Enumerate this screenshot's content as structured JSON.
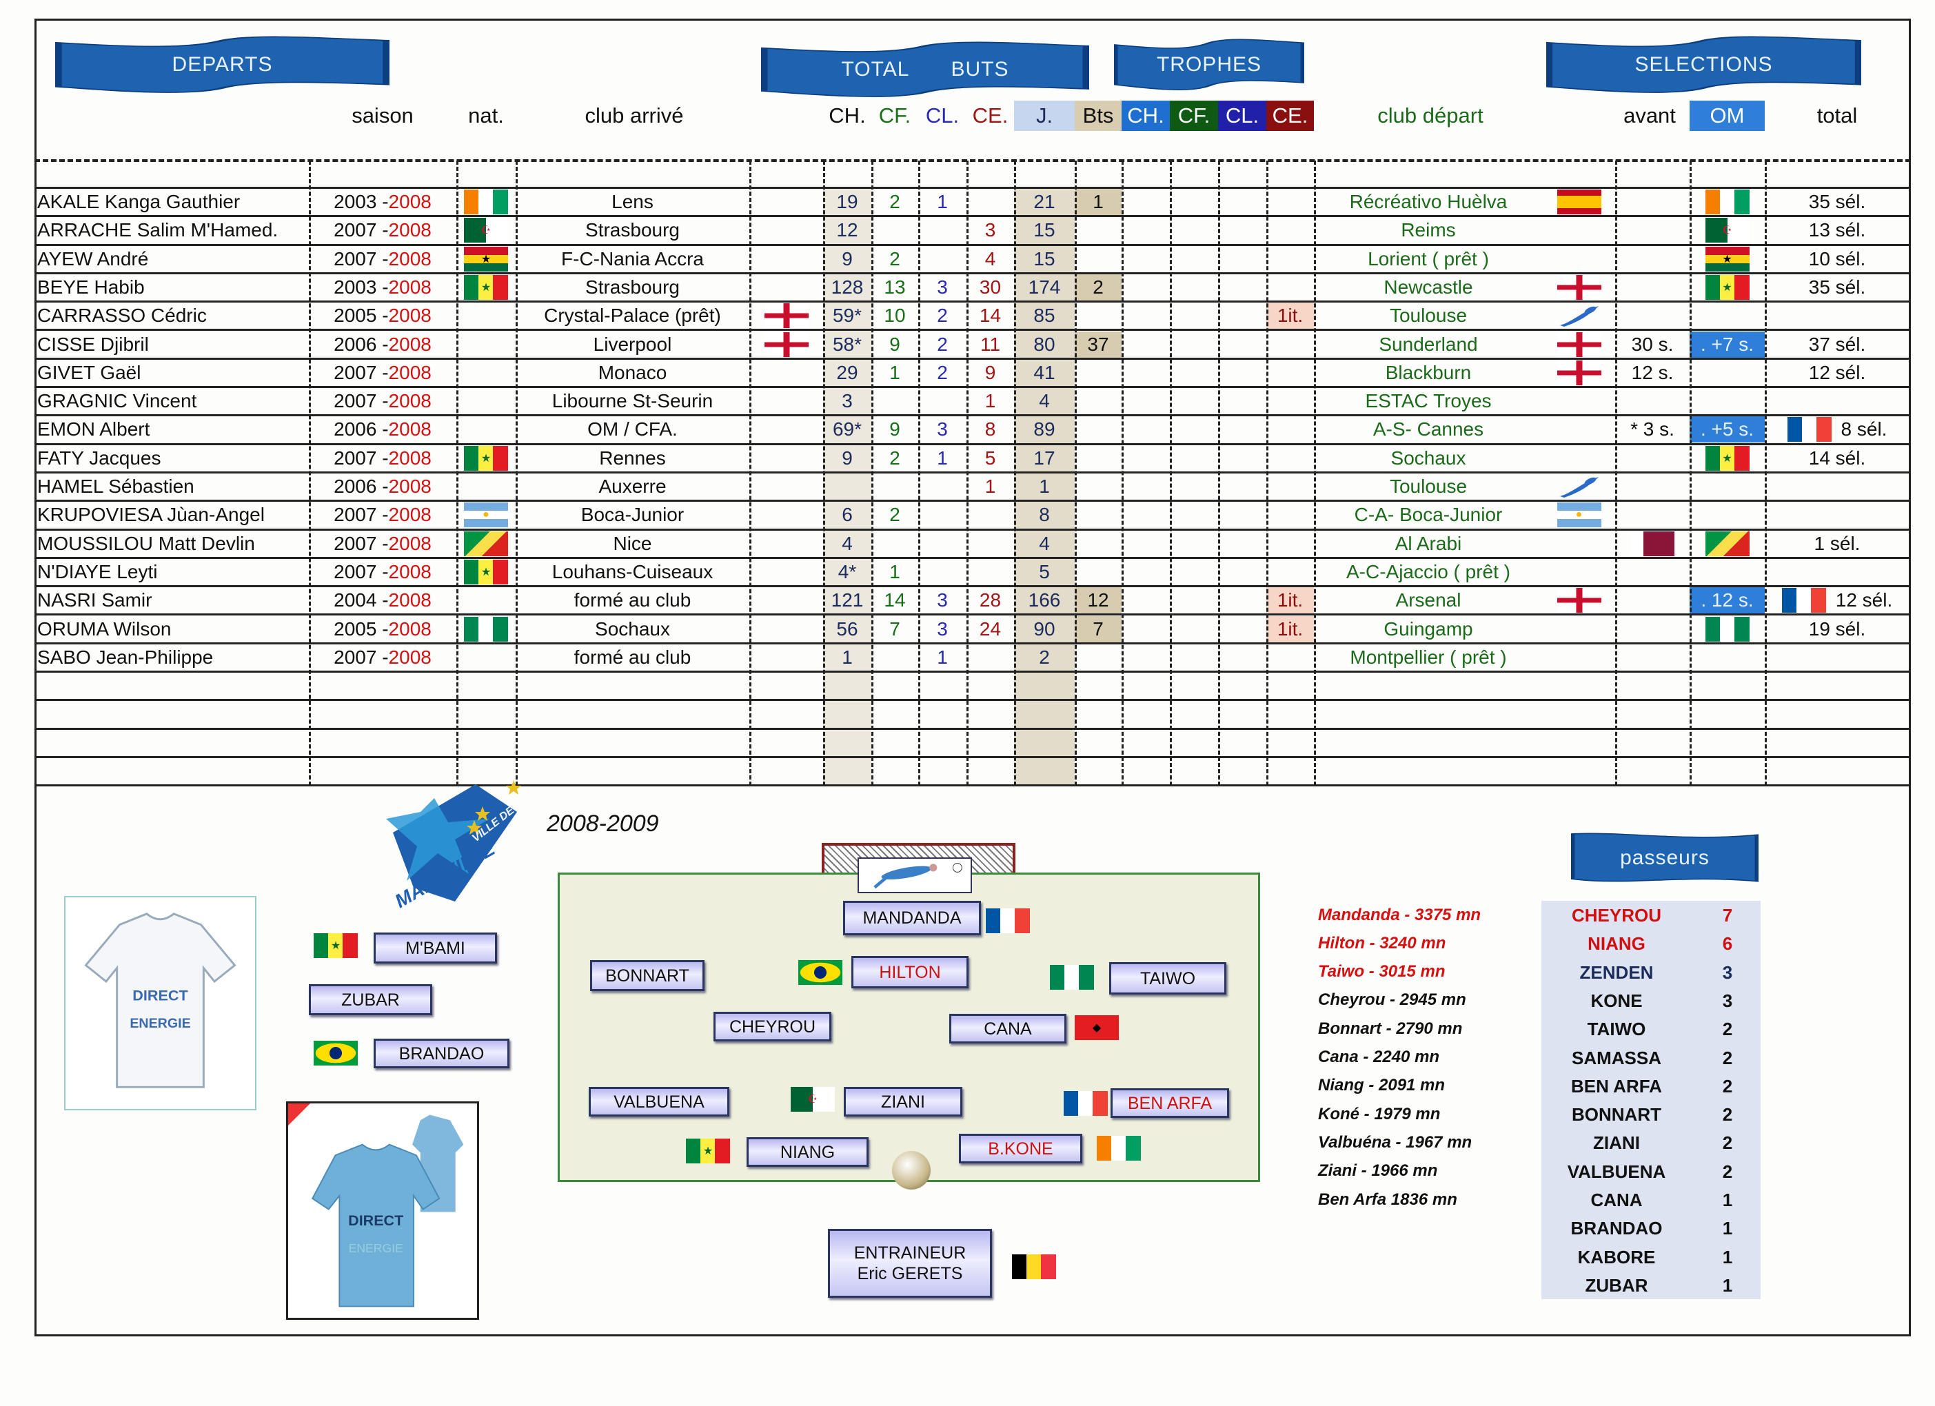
{
  "header": {
    "banner_departs": "DEPARTS",
    "banner_total": "TOTAL",
    "banner_buts": "BUTS",
    "banner_trophes": "TROPHES",
    "banner_selections": "SELECTIONS",
    "col_saison": "saison",
    "col_nat": "nat.",
    "col_club_arrive": "club arrivé",
    "col_ch": "CH.",
    "col_cf": "CF.",
    "col_cl": "CL.",
    "col_ce": "CE.",
    "col_j": "J.",
    "col_bts": "Bts",
    "col_t_ch": "CH.",
    "col_t_cf": "CF.",
    "col_t_cl": "CL.",
    "col_t_ce": "CE.",
    "col_club_depart": "club départ",
    "col_avant": "avant",
    "col_om": "OM",
    "col_total": "total"
  },
  "colors": {
    "banner": "#1e63b0",
    "ch": "#1b2b5c",
    "cf": "#177017",
    "cl": "#2a2ab0",
    "ce": "#a01515",
    "club_depart": "#1a6a1a",
    "highlight_red": "#d51010"
  },
  "players": [
    {
      "name": "AKALE Kanga Gauthier",
      "season_start": "2003 - ",
      "season_end": "2008",
      "nat_flag": "ci",
      "club_arrive": "Lens",
      "ch": "19",
      "cf": "2",
      "cl": "1",
      "j": "21",
      "bts": "1",
      "club_depart": "Récréativo Huèlva",
      "depart_flag": "es",
      "om_flag": "ci",
      "total": "35 sél."
    },
    {
      "name": "ARRACHE Salim M'Hamed.",
      "season_start": "2007 - ",
      "season_end": "2008",
      "nat_flag": "dz",
      "club_arrive": "Strasbourg",
      "ch": "12",
      "ce": "3",
      "j": "15",
      "club_depart": "Reims",
      "om_flag": "dz",
      "total": "13 sél."
    },
    {
      "name": "AYEW André",
      "season_start": "2007 - ",
      "season_end": "2008",
      "nat_flag": "gh",
      "club_arrive": "F-C-Nania Accra",
      "ch": "9",
      "cf": "2",
      "ce": "4",
      "j": "15",
      "club_depart": "Lorient ( prêt )",
      "om_flag": "gh",
      "total": "10 sél."
    },
    {
      "name": "BEYE Habib",
      "season_start": "2003 - ",
      "season_end": "2008",
      "nat_flag": "sn",
      "club_arrive": "Strasbourg",
      "ch": "128",
      "cf": "13",
      "cl": "3",
      "ce": "30",
      "j": "174",
      "bts": "2",
      "club_depart": "Newcastle",
      "depart_flag": "en",
      "om_flag": "sn",
      "total": "35 sél."
    },
    {
      "name": "CARRASSO Cédric",
      "season_start": "2005 - ",
      "season_end": "2008",
      "club_arrive": "Crystal-Palace (prêt)",
      "arrive_flag": "en",
      "ch": "59*",
      "cf": "10",
      "cl": "2",
      "ce": "14",
      "j": "85",
      "t_ce": "1it.",
      "club_depart": "Toulouse",
      "depart_flag": "toulouse"
    },
    {
      "name": "CISSE Djibril",
      "season_start": "2006 - ",
      "season_end": "2008",
      "club_arrive": "Liverpool",
      "arrive_flag": "en",
      "ch": "58*",
      "cf": "9",
      "cl": "2",
      "ce": "11",
      "j": "80",
      "bts": "37",
      "club_depart": "Sunderland",
      "depart_flag": "en",
      "avant": "30 s.",
      "om": ". +7 s.",
      "total": "37 sél."
    },
    {
      "name": "GIVET Gaël",
      "season_start": "2007 - ",
      "season_end": "2008",
      "club_arrive": "Monaco",
      "ch": "29",
      "cf": "1",
      "cl": "2",
      "ce": "9",
      "j": "41",
      "club_depart": "Blackburn",
      "depart_flag": "en",
      "avant": "12 s.",
      "total": "12 sél."
    },
    {
      "name": "GRAGNIC Vincent",
      "season_start": "2007 - ",
      "season_end": "2008",
      "club_arrive": "Libourne St-Seurin",
      "ch": "3",
      "ce": "1",
      "j": "4",
      "club_depart": "ESTAC Troyes"
    },
    {
      "name": "EMON Albert",
      "season_start": "2006 - ",
      "season_end": "2008",
      "club_arrive": "OM / CFA.",
      "ch": "69*",
      "cf": "9",
      "cl": "3",
      "ce": "8",
      "j": "89",
      "club_depart": "A-S- Cannes",
      "avant": "* 3 s.",
      "om": ". +5 s.",
      "total_flag": "fr",
      "total": "8 sél."
    },
    {
      "name": "FATY Jacques",
      "season_start": "2007 - ",
      "season_end": "2008",
      "nat_flag": "sn",
      "club_arrive": "Rennes",
      "ch": "9",
      "cf": "2",
      "cl": "1",
      "ce": "5",
      "j": "17",
      "club_depart": "Sochaux",
      "om_flag": "sn",
      "total": "14 sél."
    },
    {
      "name": "HAMEL Sébastien",
      "season_start": "2006 - ",
      "season_end": "2008",
      "club_arrive": "Auxerre",
      "ce": "1",
      "j": "1",
      "club_depart": "Toulouse",
      "depart_flag": "toulouse"
    },
    {
      "name": "KRUPOVIESA Jùan-Angel",
      "season_start": "2007 - ",
      "season_end": "2008",
      "nat_flag": "ar",
      "club_arrive": "Boca-Junior",
      "ch": "6",
      "cf": "2",
      "j": "8",
      "club_depart": "C-A- Boca-Junior",
      "depart_flag": "ar"
    },
    {
      "name": "MOUSSILOU Matt Devlin",
      "season_start": "2007 - ",
      "season_end": "2008",
      "nat_flag": "cg",
      "club_arrive": "Nice",
      "ch": "4",
      "j": "4",
      "club_depart": "Al Arabi",
      "avant_flag": "qa",
      "om_flag": "cg",
      "total": "1 sél."
    },
    {
      "name": "N'DIAYE Leyti",
      "season_start": "2007 - ",
      "season_end": "2008",
      "nat_flag": "sn",
      "club_arrive": "Louhans-Cuiseaux",
      "ch": "4*",
      "cf": "1",
      "j": "5",
      "club_depart": "A-C-Ajaccio ( prêt )"
    },
    {
      "name": "NASRI Samir",
      "season_start": "2004 - ",
      "season_end": "2008",
      "club_arrive": "formé au club",
      "ch": "121",
      "cf": "14",
      "cl": "3",
      "ce": "28",
      "j": "166",
      "bts": "12",
      "t_ce": "1it.",
      "club_depart": "Arsenal",
      "depart_flag": "en",
      "om": ". 12 s.",
      "total_flag": "fr",
      "total": "12 sél."
    },
    {
      "name": "ORUMA Wilson",
      "season_start": "2005 - ",
      "season_end": "2008",
      "nat_flag": "ng",
      "club_arrive": "Sochaux",
      "ch": "56",
      "cf": "7",
      "cl": "3",
      "ce": "24",
      "j": "90",
      "bts": "7",
      "t_ce": "1it.",
      "club_depart": "Guingamp",
      "om_flag": "ng",
      "total": "19 sél."
    },
    {
      "name": "SABO Jean-Philippe",
      "season_start": "2007 - ",
      "season_end": "2008",
      "club_arrive": "formé au club",
      "ch": "1",
      "cl": "1",
      "j": "2",
      "club_depart": "Montpellier ( prêt )"
    }
  ],
  "season_label": "2008-2009",
  "logo_text": {
    "line1": "VILLE DE",
    "line2": "MARSEILLE"
  },
  "shirt_sponsor": {
    "line1": "DIRECT",
    "line2": "ENERGIE"
  },
  "lineup": [
    {
      "name": "MANDANDA",
      "flag": "fr",
      "red": false
    },
    {
      "name": "BONNART",
      "red": false
    },
    {
      "name": "HILTON",
      "flag": "br",
      "red": true
    },
    {
      "name": "TAIWO",
      "flag": "ng",
      "red": false
    },
    {
      "name": "CHEYROU",
      "red": false
    },
    {
      "name": "CANA",
      "flag": "al",
      "red": false
    },
    {
      "name": "VALBUENA",
      "red": false
    },
    {
      "name": "ZIANI",
      "flag": "dz",
      "red": false
    },
    {
      "name": "BEN ARFA",
      "flag": "fr",
      "red": true
    },
    {
      "name": "NIANG",
      "flag": "sn",
      "red": false
    },
    {
      "name": "B.KONE",
      "flag": "ci",
      "red": true
    }
  ],
  "bench": [
    {
      "name": "M'BAMI",
      "flag": "sn"
    },
    {
      "name": "ZUBAR"
    },
    {
      "name": "BRANDAO",
      "flag": "br"
    }
  ],
  "coach": {
    "title": "ENTRAINEUR",
    "name": "Eric GERETS",
    "flag": "be"
  },
  "minutes": [
    {
      "text": "Mandanda - 3375 mn",
      "red": true
    },
    {
      "text": "Hilton - 3240 mn",
      "red": true
    },
    {
      "text": "Taiwo - 3015 mn",
      "red": true
    },
    {
      "text": "Cheyrou - 2945 mn"
    },
    {
      "text": "Bonnart - 2790 mn"
    },
    {
      "text": "Cana - 2240 mn"
    },
    {
      "text": "Niang - 2091 mn"
    },
    {
      "text": "Koné - 1979 mn"
    },
    {
      "text": "Valbuéna - 1967 mn"
    },
    {
      "text": "Ziani - 1966 mn"
    },
    {
      "text": "Ben Arfa 1836 mn"
    }
  ],
  "passeurs": {
    "title": "passeurs",
    "rows": [
      {
        "name": "CHEYROU",
        "count": "7",
        "color": "red"
      },
      {
        "name": "NIANG",
        "count": "6",
        "color": "red"
      },
      {
        "name": "ZENDEN",
        "count": "3",
        "color": "navy"
      },
      {
        "name": "KONE",
        "count": "3"
      },
      {
        "name": "TAIWO",
        "count": "2"
      },
      {
        "name": "SAMASSA",
        "count": "2"
      },
      {
        "name": "BEN ARFA",
        "count": "2"
      },
      {
        "name": "BONNART",
        "count": "2"
      },
      {
        "name": "ZIANI",
        "count": "2"
      },
      {
        "name": "VALBUENA",
        "count": "2"
      },
      {
        "name": "CANA",
        "count": "1"
      },
      {
        "name": "BRANDAO",
        "count": "1"
      },
      {
        "name": "KABORE",
        "count": "1"
      },
      {
        "name": "ZUBAR",
        "count": "1"
      }
    ]
  }
}
